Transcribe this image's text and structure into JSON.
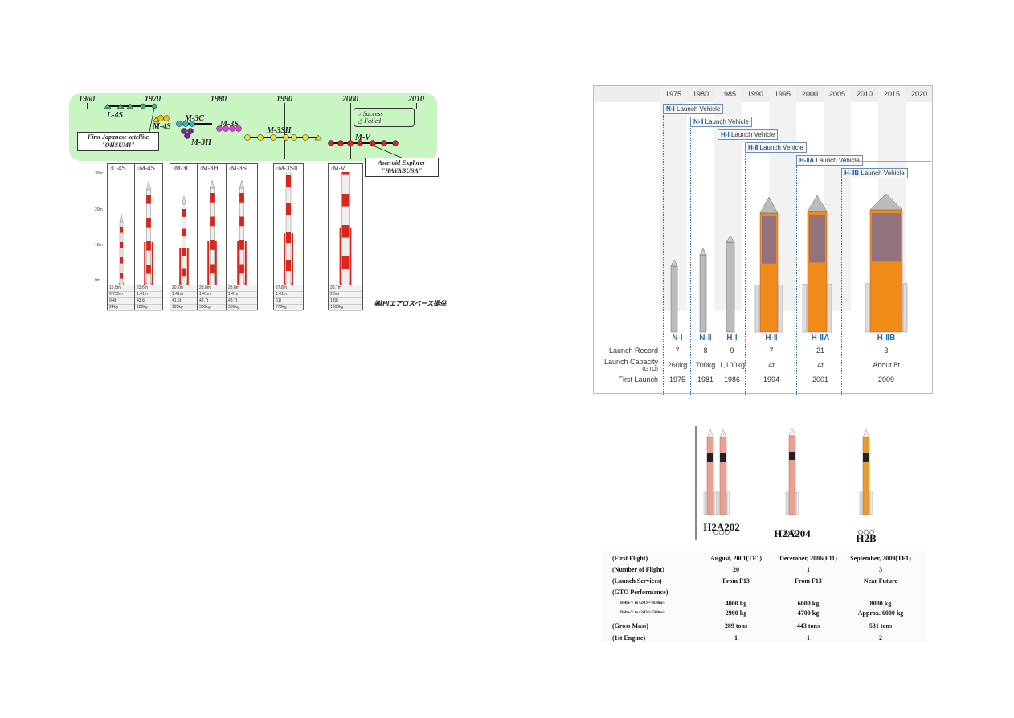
{
  "left_figure": {
    "years": [
      "1960",
      "1970",
      "1980",
      "1990",
      "2000",
      "2010"
    ],
    "vehicles": [
      "L-4S",
      "M-4S",
      "M-3C",
      "M-3H",
      "M-3S",
      "M-3SII",
      "M-V"
    ],
    "callout_ohsumi": [
      "First Japanese satellite",
      "\"OHSUMI\""
    ],
    "callout_hayabusa": [
      "Asteroid Explorer",
      "\"HAYABUSA\""
    ],
    "legend": {
      "success": "Success",
      "failed": "Failed"
    },
    "panels": [
      {
        "name": "L-4S",
        "specs": [
          "16.5m",
          "0.735m",
          "9.4t",
          "24kg"
        ]
      },
      {
        "name": "M-4S",
        "specs": [
          "23.6m",
          "1.41m",
          "43.6t",
          "180kg"
        ]
      },
      {
        "name": "M-3C",
        "specs": [
          "20.2m",
          "1.41m",
          "41.6t",
          "195kg"
        ]
      },
      {
        "name": "M-3H",
        "specs": [
          "23.8m",
          "1.41m",
          "48.7t",
          "300kg"
        ]
      },
      {
        "name": "M-3S",
        "specs": [
          "23.8m",
          "1.41m",
          "48.7t",
          "300kg"
        ]
      },
      {
        "name": "M-3SII",
        "specs": [
          "27.8m",
          "1.41m",
          "61t",
          "770kg"
        ]
      },
      {
        "name": "M-V",
        "specs": [
          "30.7m",
          "2.5m",
          "139t",
          "1800kg"
        ]
      }
    ],
    "scale_labels": [
      "30m",
      "20m",
      "10m",
      "0m"
    ],
    "credit": "㈱IHIエアロスペース提供",
    "colors": {
      "band": "#c9f5c3",
      "rocket_red": "#d9261c"
    }
  },
  "hseries": {
    "years": [
      "1975",
      "1980",
      "1985",
      "1990",
      "1995",
      "2000",
      "2005",
      "2010",
      "2015",
      "2020"
    ],
    "bars": [
      {
        "prefix": "N-Ⅰ",
        "suffix": " Launch Vehicle"
      },
      {
        "prefix": "N-Ⅱ",
        "suffix": " Launch Vehicle"
      },
      {
        "prefix": "H-Ⅰ",
        "suffix": " Launch Vehicle"
      },
      {
        "prefix": "H-Ⅱ",
        "suffix": " Launch Vehicle"
      },
      {
        "prefix": "H-ⅡA",
        "suffix": " Launch Vehicle"
      },
      {
        "prefix": "H-ⅡB",
        "suffix": " Launch Vehicle"
      }
    ],
    "vehicles": [
      "N-Ⅰ",
      "N-Ⅱ",
      "H-Ⅰ",
      "H-Ⅱ",
      "H-ⅡA",
      "H-ⅡB"
    ],
    "row_labels": {
      "record": "Launch Record",
      "capacity": "Launch Capacity",
      "capacity_sub": "(GTO)",
      "first": "First Launch"
    },
    "record": [
      "7",
      "8",
      "9",
      "7",
      "21",
      "3"
    ],
    "capacity": [
      "260kg",
      "700kg",
      "1,100kg",
      "4t",
      "4t",
      "About 8t"
    ],
    "first": [
      "1975",
      "1981",
      "1986",
      "1994",
      "2001",
      "2009"
    ]
  },
  "h2a": {
    "names": [
      "H2A202",
      "H2A204",
      "H2B"
    ],
    "rows": [
      {
        "label": "(First Flight)",
        "vals": [
          "August, 2001(TF1)",
          "December, 2006(F11)",
          "September, 2009(TF1)"
        ]
      },
      {
        "label": "(Number of Flight)",
        "vals": [
          "20",
          "1",
          "3"
        ]
      },
      {
        "label": "(Launch Services)",
        "vals": [
          "From  F13",
          "From F13",
          "Near Future"
        ]
      },
      {
        "label": "(GTO Performance)",
        "vals": [
          "",
          "",
          ""
        ]
      }
    ],
    "gto_rows": [
      {
        "label": "Delta-V to GSO =1830m/s",
        "vals": [
          "4000 kg",
          "6000 kg",
          "8000 kg"
        ]
      },
      {
        "label": "Delta-V to GSO =1500m/s",
        "vals": [
          "2900 kg",
          "4700 kg",
          "Approx.  6000 kg"
        ]
      }
    ],
    "tail_rows": [
      {
        "label": "(Gross Mass)",
        "vals": [
          "289 tons",
          "443 tons",
          "531 tons"
        ]
      },
      {
        "label": "(1st Engine)",
        "vals": [
          "1",
          "1",
          "2"
        ]
      }
    ]
  }
}
